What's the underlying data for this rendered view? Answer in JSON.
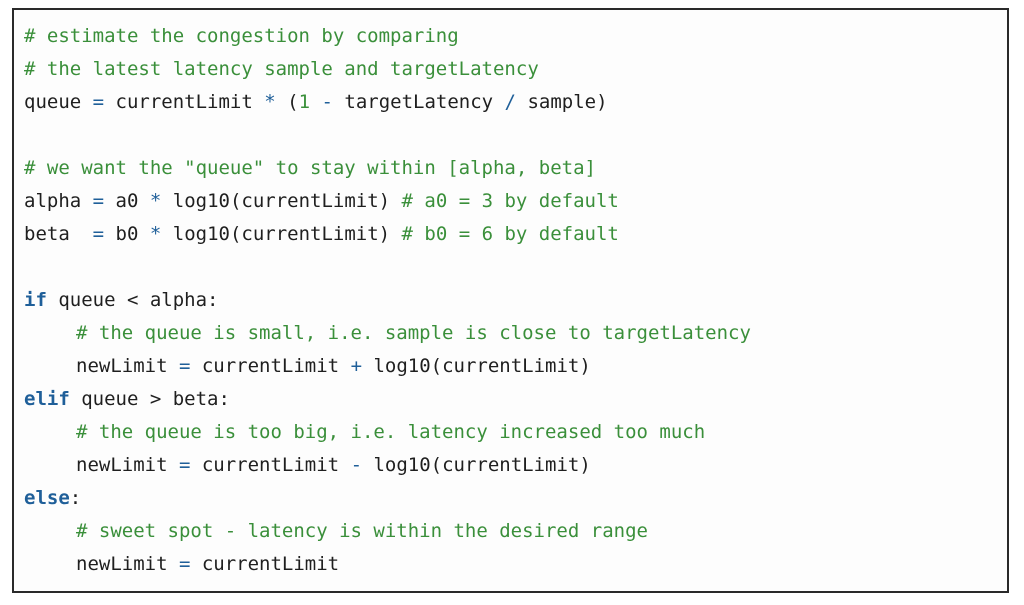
{
  "colors": {
    "comment": "#3a8f3a",
    "keyword": "#1f5f99",
    "operator": "#1f5f99",
    "text": "#1f1f1f",
    "border": "#2a2a2a"
  },
  "code": {
    "lines": [
      [
        {
          "t": "comment",
          "v": "# estimate the congestion by comparing"
        }
      ],
      [
        {
          "t": "comment",
          "v": "# the latest latency sample and targetLatency"
        }
      ],
      [
        {
          "t": "plain",
          "v": "queue "
        },
        {
          "t": "operator",
          "v": "="
        },
        {
          "t": "plain",
          "v": " currentLimit "
        },
        {
          "t": "operator",
          "v": "*"
        },
        {
          "t": "plain",
          "v": " ("
        },
        {
          "t": "number",
          "v": "1"
        },
        {
          "t": "plain",
          "v": " "
        },
        {
          "t": "operator",
          "v": "-"
        },
        {
          "t": "plain",
          "v": " targetLatency "
        },
        {
          "t": "operator",
          "v": "/"
        },
        {
          "t": "plain",
          "v": " sample)"
        }
      ],
      [],
      [
        {
          "t": "comment",
          "v": "# we want the \"queue\" to stay within [alpha, beta]"
        }
      ],
      [
        {
          "t": "plain",
          "v": "alpha "
        },
        {
          "t": "operator",
          "v": "="
        },
        {
          "t": "plain",
          "v": " a0 "
        },
        {
          "t": "operator",
          "v": "*"
        },
        {
          "t": "plain",
          "v": " log10(currentLimit) "
        },
        {
          "t": "comment",
          "v": "# a0 = 3 by default"
        }
      ],
      [
        {
          "t": "plain",
          "v": "beta  "
        },
        {
          "t": "operator",
          "v": "="
        },
        {
          "t": "plain",
          "v": " b0 "
        },
        {
          "t": "operator",
          "v": "*"
        },
        {
          "t": "plain",
          "v": " log10(currentLimit) "
        },
        {
          "t": "comment",
          "v": "# b0 = 6 by default"
        }
      ],
      [],
      [
        {
          "t": "keyword",
          "v": "if"
        },
        {
          "t": "plain",
          "v": " queue < alpha:"
        }
      ],
      [
        {
          "t": "comment",
          "v": "# the queue is small, i.e. sample is close to targetLatency"
        }
      ],
      [
        {
          "t": "plain",
          "v": "newLimit "
        },
        {
          "t": "operator",
          "v": "="
        },
        {
          "t": "plain",
          "v": " currentLimit "
        },
        {
          "t": "operator",
          "v": "+"
        },
        {
          "t": "plain",
          "v": " log10(currentLimit)"
        }
      ],
      [
        {
          "t": "keyword",
          "v": "elif"
        },
        {
          "t": "plain",
          "v": " queue > beta:"
        }
      ],
      [
        {
          "t": "comment",
          "v": "# the queue is too big, i.e. latency increased too much"
        }
      ],
      [
        {
          "t": "plain",
          "v": "newLimit "
        },
        {
          "t": "operator",
          "v": "="
        },
        {
          "t": "plain",
          "v": " currentLimit "
        },
        {
          "t": "operator",
          "v": "-"
        },
        {
          "t": "plain",
          "v": " log10(currentLimit)"
        }
      ],
      [
        {
          "t": "keyword",
          "v": "else"
        },
        {
          "t": "plain",
          "v": ":"
        }
      ],
      [
        {
          "t": "comment",
          "v": "# sweet spot - latency is within the desired range"
        }
      ],
      [
        {
          "t": "plain",
          "v": "newLimit "
        },
        {
          "t": "operator",
          "v": "="
        },
        {
          "t": "plain",
          "v": " currentLimit"
        }
      ]
    ]
  }
}
